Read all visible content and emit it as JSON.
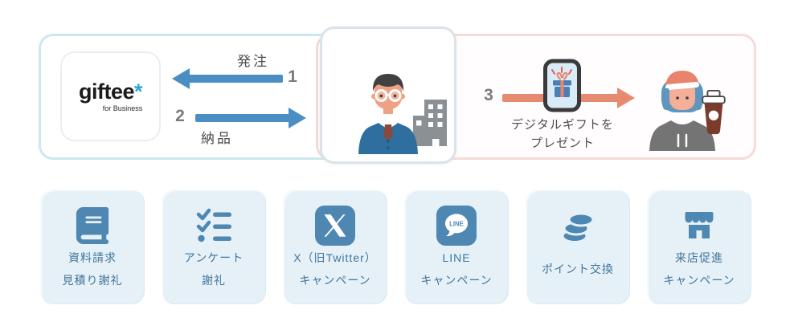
{
  "colors": {
    "blue_arrow": "#4b8ec4",
    "orange_arrow": "#e78b70",
    "icon_blue": "#4e87b2",
    "card_bg": "#e6f1f7",
    "card_text": "#40759d",
    "provider_border": "#cde7f2",
    "recipient_border": "#f6dbd8",
    "client_border": "#dbe3e9"
  },
  "flow": {
    "provider": {
      "logo": "giftee",
      "logo_mark": "*",
      "logo_sub": "for Business"
    },
    "steps": [
      {
        "number": "1",
        "label": "発注"
      },
      {
        "number": "2",
        "label": "納品"
      },
      {
        "number": "3",
        "label_line1": "デジタルギフトを",
        "label_line2": "プレゼント"
      }
    ]
  },
  "use_cases": [
    {
      "icon": "book-icon",
      "line1": "資料請求",
      "line2": "見積り謝礼"
    },
    {
      "icon": "checklist-icon",
      "line1": "アンケート",
      "line2": "謝礼"
    },
    {
      "icon": "x-logo-icon",
      "line1": "X（旧Twitter）",
      "line2": "キャンペーン"
    },
    {
      "icon": "line-logo-icon",
      "icon_label": "LINE",
      "line1": "LINE",
      "line2": "キャンペーン"
    },
    {
      "icon": "coins-icon",
      "line1": "ポイント交換"
    },
    {
      "icon": "storefront-icon",
      "line1": "来店促進",
      "line2": "キャンペーン"
    }
  ]
}
